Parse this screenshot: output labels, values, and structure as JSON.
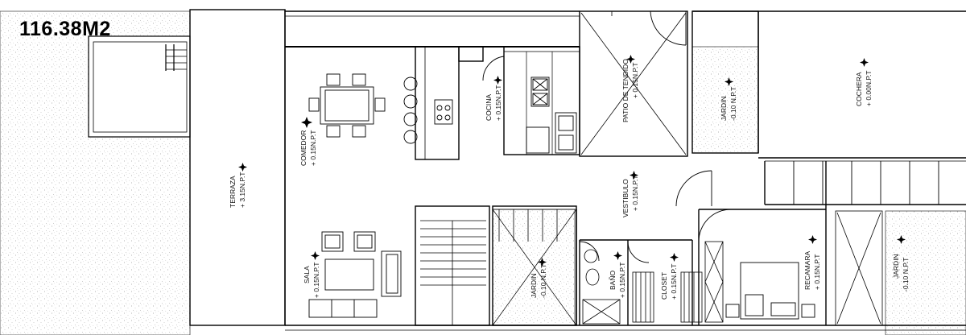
{
  "area": "116.38M2",
  "rooms": [
    {
      "id": "terraza",
      "name": "TERRAZA",
      "level": "+ 3.15N.P.T"
    },
    {
      "id": "comedor",
      "name": "COMEDOR",
      "level": "+ 0.15N.P.T"
    },
    {
      "id": "cocina",
      "name": "COCINA",
      "level": "+ 0.15N.P.T"
    },
    {
      "id": "patio",
      "name": "PATIO DE TENDIDO",
      "level": "+ 0.15N.P.T"
    },
    {
      "id": "jardin1",
      "name": "JARDIN",
      "level": "-0.10 N.P.T"
    },
    {
      "id": "cochera",
      "name": "COCHERA",
      "level": "+ 0.00N.P.T"
    },
    {
      "id": "vestibulo",
      "name": "VESTIBULO",
      "level": "+ 0.15N.P.T"
    },
    {
      "id": "sala",
      "name": "SALA",
      "level": "+ 0.15N.P.T"
    },
    {
      "id": "jardin2",
      "name": "JARDIN",
      "level": "-0.10 N.P.T"
    },
    {
      "id": "bano",
      "name": "BAÑO",
      "level": "+ 0.15N.P.T"
    },
    {
      "id": "closet",
      "name": "CLOSET",
      "level": "+ 0.15N.P.T"
    },
    {
      "id": "recamara",
      "name": "RECAMARA",
      "level": "+ 0.15N.P.T"
    },
    {
      "id": "jardin3",
      "name": "JARDIN",
      "level": "-0.10 N.P.T"
    }
  ]
}
